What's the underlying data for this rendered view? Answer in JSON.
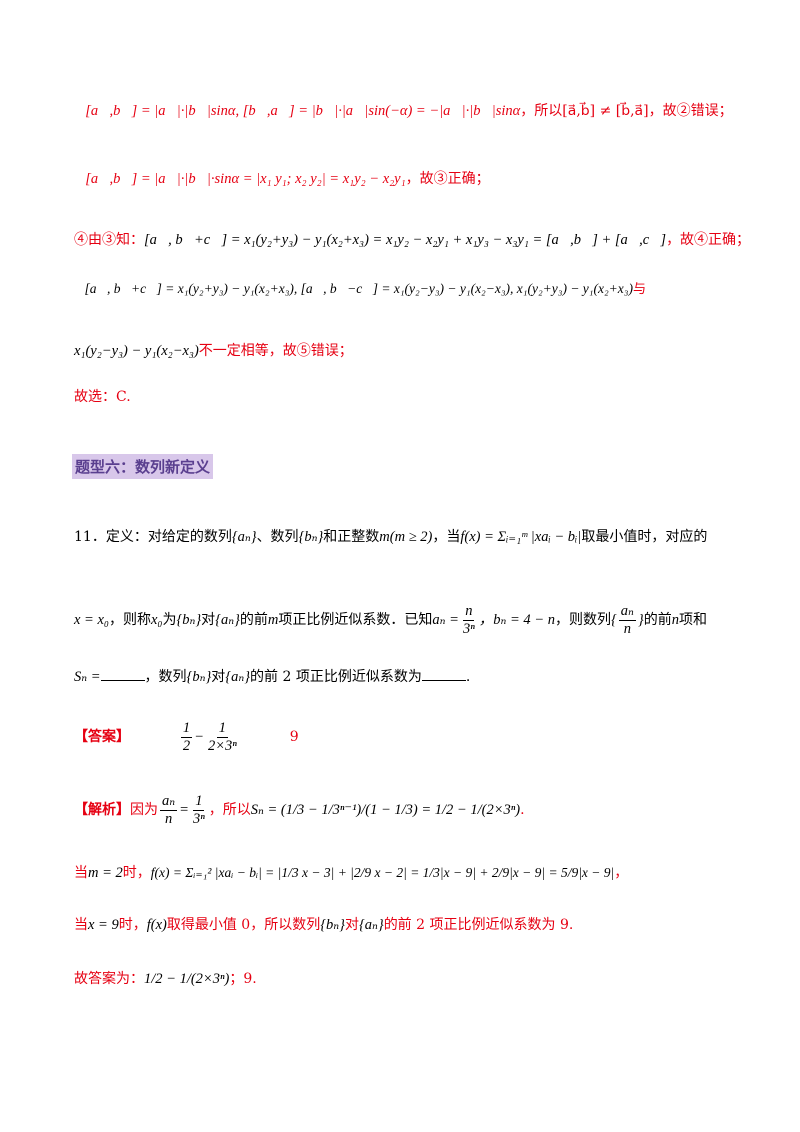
{
  "solution_lines": {
    "item2_math": "②[a⃗,b⃗] = |a⃗|·|b⃗|sinα, [b⃗,a⃗] = |b⃗|·|a⃗|sin(−α) = −|a⃗|·|b⃗|sinα",
    "item2_text": "，所以[a⃗,b⃗] ≠ [b⃗,a⃗]，故②错误；",
    "item3_math": "③[a⃗,b⃗] = |a⃗|·|b⃗|·sinα = |x₁ y₁; x₂ y₂| = x₁y₂ − x₂y₁",
    "item3_text": "，故③正确；",
    "item4_prefix": "④由③知：",
    "item4_math": "[a⃗, b⃗+c⃗] = x₁(y₂+y₃) − y₁(x₂+x₃) = x₁y₂ − x₂y₁ + x₁y₃ − x₃y₁ = [a⃗,b⃗] + [a⃗,c⃗]",
    "item4_text": "，故④正确；",
    "item5_math": "⑤[a⃗, b⃗+c⃗] = x₁(y₂+y₃) − y₁(x₂+x₃), [a⃗, b⃗−c⃗] = x₁(y₂−y₃) − y₁(x₂−x₃), x₁(y₂+y₃) − y₁(x₂+x₃)",
    "item5_text": "与",
    "item5b_math": "x₁(y₂−y₃) − y₁(x₂−x₃)",
    "item5b_text": "不一定相等，故⑤错误；",
    "choose": "故选：C."
  },
  "section_heading": "题型六：数列新定义",
  "problem": {
    "line1_a": "11．定义：对给定的数列",
    "line1_an": "{aₙ}",
    "line1_b": "、数列",
    "line1_bn": "{bₙ}",
    "line1_c": "和正整数",
    "line1_m": "m(m ≥ 2)",
    "line1_d": "，当",
    "line1_f": "f(x) = Σᵢ₌₁ᵐ |xaᵢ − bᵢ|",
    "line1_e": "取最小值时，对应的",
    "line2_x": "x = x₀",
    "line2_a": "，则称",
    "line2_x0": "x₀",
    "line2_b": "为",
    "line2_bn": "{bₙ}",
    "line2_c": "对",
    "line2_an": "{aₙ}",
    "line2_d": "的前",
    "line2_m": "m",
    "line2_e": "项正比例近似系数．已知",
    "line2_an_def_lhs": "aₙ =",
    "line2_an_num": "n",
    "line2_an_den": "3ⁿ",
    "line2_bn_def": "，bₙ = 4 − n",
    "line2_f": "，则数列",
    "line2_seq_num": "aₙ",
    "line2_seq_den": "n",
    "line2_g": "的前",
    "line2_n": "n",
    "line2_h": "项和",
    "line3_sn": "Sₙ =",
    "line3_a": "，数列",
    "line3_bn": "{bₙ}",
    "line3_b": "对",
    "line3_an": "{aₙ}",
    "line3_c": "的前 2 项正比例近似系数为",
    "line3_end": "."
  },
  "answer": {
    "label": "【答案】",
    "value1_a": "1",
    "value1_b": "2",
    "value1_c": "1",
    "value1_d": "2×3ⁿ",
    "value2": "9"
  },
  "analysis": {
    "label": "【解析】",
    "l1_a": "因为",
    "l1_frac_num": "aₙ",
    "l1_frac_den": "n",
    "l1_eq": "=",
    "l1_rhs_num": "1",
    "l1_rhs_den": "3ⁿ",
    "l1_b": "，所以",
    "l1_sn": "Sₙ = (1/3 − 1/3ⁿ⁻¹)/(1 − 1/3) = 1/2 − 1/(2×3ⁿ)",
    "l1_end": ".",
    "l2_a": "当",
    "l2_m": "m = 2",
    "l2_b": "时，",
    "l2_math": "f(x) = Σᵢ₌₁² |xaᵢ − bᵢ| = |1/3 x − 3| + |2/9 x − 2| = 1/3|x − 9| + 2/9|x − 9| = 5/9|x − 9|",
    "l2_end": "，",
    "l3_a": "当",
    "l3_x": "x = 9",
    "l3_b": "时，",
    "l3_f": "f(x)",
    "l3_c": "取得最小值 0，所以数列",
    "l3_bn": "{bₙ}",
    "l3_d": "对",
    "l3_an": "{aₙ}",
    "l3_e": "的前 2 项正比例近似系数为 9.",
    "l4_a": "故答案为：",
    "l4_math": "1/2 − 1/(2×3ⁿ)",
    "l4_b": "；9."
  }
}
